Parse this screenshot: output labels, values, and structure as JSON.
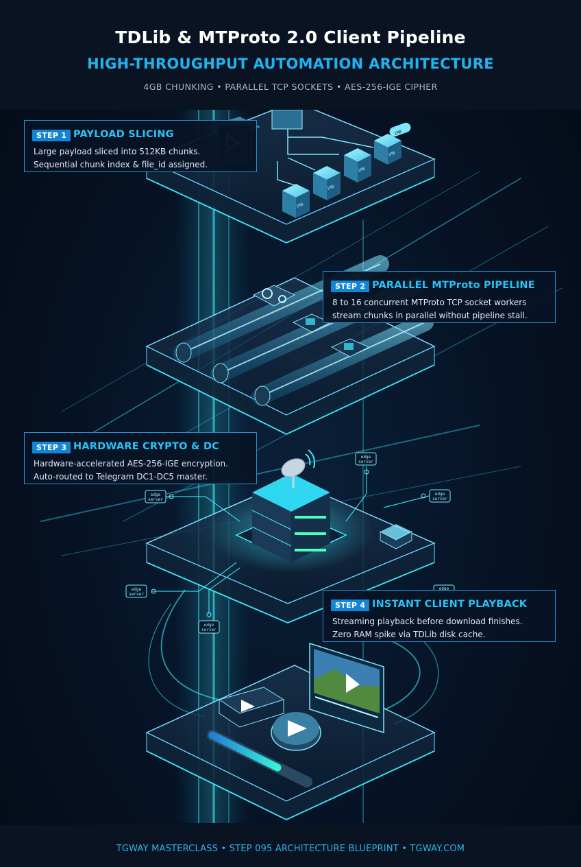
{
  "header": {
    "title": "TDLib & MTProto 2.0 Client Pipeline",
    "subtitle": "HIGH-THROUGHPUT AUTOMATION ARCHITECTURE",
    "tagline": "4GB CHUNKING • PARALLEL TCP SOCKETS • AES-256-IGE CIPHER"
  },
  "steps": [
    {
      "badge": "STEP 1",
      "title": "PAYLOAD SLICING",
      "line1": "Large payload sliced into 512KB chunks.",
      "line2": "Sequential chunk index & file_id assigned."
    },
    {
      "badge": "STEP 2",
      "title": "PARALLEL MTProto PIPELINE",
      "line1": "8 to 16 concurrent MTProto TCP socket workers",
      "line2": "stream chunks in parallel without pipeline stall."
    },
    {
      "badge": "STEP 3",
      "title": "HARDWARE CRYPTO & DC",
      "line1": "Hardware-accelerated AES-256-IGE encryption.",
      "line2": "Auto-routed to Telegram DC1-DC5 master."
    },
    {
      "badge": "STEP 4",
      "title": "INSTANT CLIENT PLAYBACK",
      "line1": "Streaming playback before download finishes.",
      "line2": "Zero RAM spike via TDLib disk cache."
    }
  ],
  "chunks": {
    "label": "1MB"
  },
  "edge_nodes": {
    "line1": "edge",
    "line2": "server"
  },
  "footer": {
    "text": "TGWAY MASTERCLASS • STEP 095 ARCHITECTURE BLUEPRINT • TGWAY.COM"
  },
  "colors": {
    "accent": "#1fb4f0",
    "glow": "#2ee6ff",
    "background": "#050d1a",
    "panel": "#071426"
  }
}
